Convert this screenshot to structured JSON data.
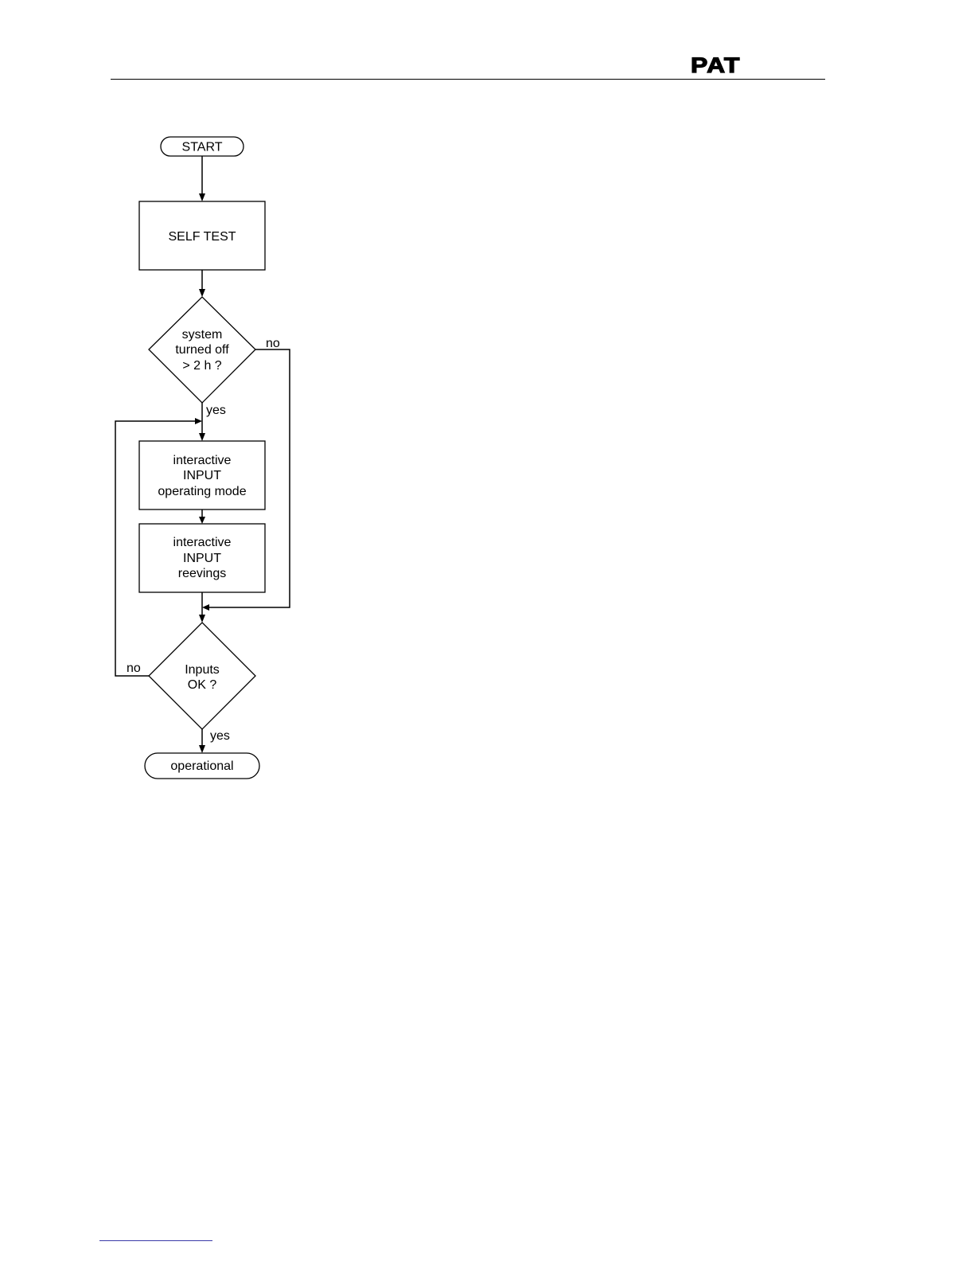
{
  "header": {
    "logo_text": "PAT"
  },
  "flowchart": {
    "start": "START",
    "self_test": "SELF TEST",
    "decision_system_off": [
      "system",
      "turned off",
      "> 2 h ?"
    ],
    "label_no_1": "no",
    "label_yes_1": "yes",
    "input_operating_mode": [
      "interactive",
      "INPUT",
      "operating mode"
    ],
    "input_reevings": [
      "interactive",
      "INPUT",
      "reevings"
    ],
    "decision_inputs_ok": [
      "Inputs",
      "OK ?"
    ],
    "label_no_2": "no",
    "label_yes_2": "yes",
    "end": "operational"
  }
}
